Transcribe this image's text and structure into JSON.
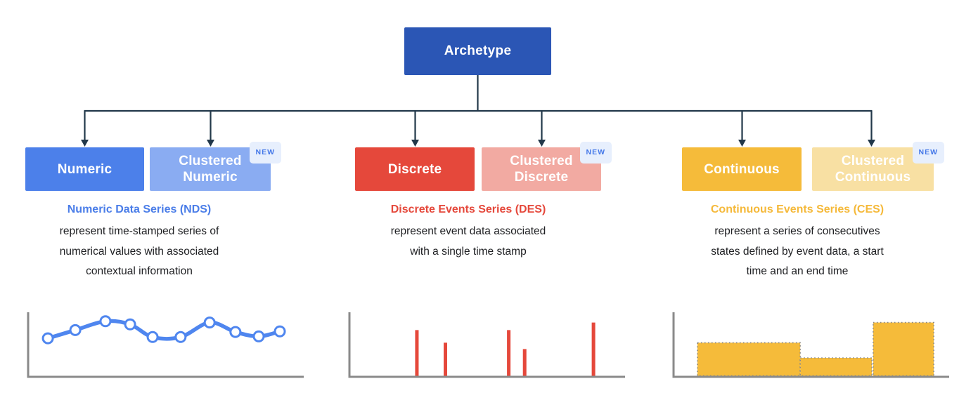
{
  "root": {
    "label": "Archetype"
  },
  "colors": {
    "root_box": "#2b56b5",
    "connector": "#22384a",
    "axis_gray": "#8a8a8a",
    "badge_bg": "#e7effd",
    "badge_text": "#4377e8",
    "body_text": "#202124",
    "background": "#ffffff"
  },
  "groups": [
    {
      "id": "numeric",
      "primary": {
        "label": "Numeric",
        "color": "#4c80ea"
      },
      "clustered": {
        "label": "Clustered Numeric",
        "color": "#8aacf2",
        "badge": "NEW"
      },
      "heading": {
        "text": "Numeric Data Series (NDS)",
        "color": "#4a7de8"
      },
      "description_lines": [
        "represent time-stamped series of",
        "numerical values with associated",
        "contextual information"
      ]
    },
    {
      "id": "discrete",
      "primary": {
        "label": "Discrete",
        "color": "#e5483b"
      },
      "clustered": {
        "label": "Clustered Discrete",
        "color": "#f2aaa2",
        "badge": "NEW"
      },
      "heading": {
        "text": "Discrete Events Series (DES)",
        "color": "#e5483b"
      },
      "description_lines": [
        "represent event data associated",
        "with a single time stamp"
      ]
    },
    {
      "id": "continuous",
      "primary": {
        "label": "Continuous",
        "color": "#f5bb3a"
      },
      "clustered": {
        "label": "Clustered Continuous",
        "color": "#f8e0a3",
        "badge": "NEW"
      },
      "heading": {
        "text": "Continuous Events Series (CES)",
        "color": "#f5b93a"
      },
      "description_lines": [
        "represent a series of consecutives",
        "states defined by event data, a start",
        "time and an end time"
      ]
    }
  ],
  "chart_data": [
    {
      "type": "line",
      "title": "Numeric Data Series example",
      "line_color": "#4f86ef",
      "marker_fill": "#ffffff",
      "x_range": [
        0,
        1
      ],
      "y_range": [
        0,
        1
      ],
      "grid": false,
      "points": [
        {
          "x": 0.072,
          "y": 0.61
        },
        {
          "x": 0.172,
          "y": 0.74
        },
        {
          "x": 0.282,
          "y": 0.88
        },
        {
          "x": 0.372,
          "y": 0.83
        },
        {
          "x": 0.454,
          "y": 0.63
        },
        {
          "x": 0.556,
          "y": 0.63
        },
        {
          "x": 0.662,
          "y": 0.86
        },
        {
          "x": 0.756,
          "y": 0.71
        },
        {
          "x": 0.841,
          "y": 0.64
        },
        {
          "x": 0.918,
          "y": 0.72
        }
      ]
    },
    {
      "type": "stem",
      "title": "Discrete Events Series example",
      "color": "#e5483b",
      "x_range": [
        0,
        1
      ],
      "y_range": [
        0,
        1
      ],
      "grid": false,
      "events": [
        {
          "x": 0.246,
          "value": 0.74
        },
        {
          "x": 0.35,
          "value": 0.54
        },
        {
          "x": 0.581,
          "value": 0.74
        },
        {
          "x": 0.639,
          "value": 0.44
        },
        {
          "x": 0.89,
          "value": 0.86
        }
      ]
    },
    {
      "type": "step",
      "title": "Continuous Events Series example",
      "fill_color": "#f5bb3a",
      "border_color": "#8a8a8a",
      "border_style": "dotted",
      "x_range": [
        0,
        1
      ],
      "y_range": [
        0,
        1
      ],
      "grid": false,
      "segments": [
        {
          "start": 0.087,
          "end": 0.462,
          "value": 0.54
        },
        {
          "start": 0.462,
          "end": 0.723,
          "value": 0.3
        },
        {
          "start": 0.728,
          "end": 0.949,
          "value": 0.86
        }
      ]
    }
  ]
}
